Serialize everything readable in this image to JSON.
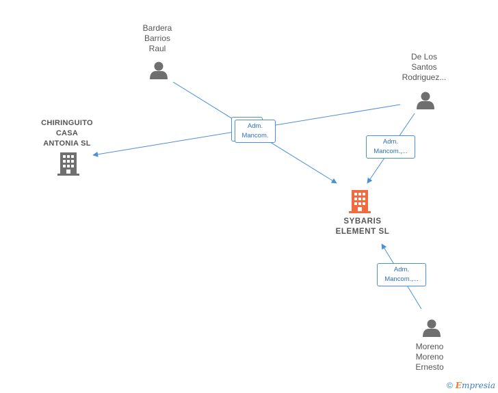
{
  "nodes": {
    "bardera": {
      "label": "Bardera\nBarrios\nRaul",
      "kind": "person"
    },
    "delossantos": {
      "label": "De Los\nSantos\nRodriguez...",
      "kind": "person"
    },
    "moreno": {
      "label": "Moreno\nMoreno\nErnesto",
      "kind": "person"
    },
    "chiringuito": {
      "label": "CHIRINGUITO\nCASA\nANTONIA SL",
      "kind": "company"
    },
    "sybaris": {
      "label": "SYBARIS\nELEMENT  SL",
      "kind": "company-main"
    }
  },
  "edges": {
    "group1": "Adm.\nMancom.",
    "delossantos_sybaris": "Adm.\nMancom.,...",
    "moreno_sybaris": "Adm.\nMancom.,..."
  },
  "colors": {
    "edge": "#4a8fd9",
    "person_icon": "#6f6f6f",
    "company_icon": "#6f6f6f",
    "main_company_icon": "#f26a3d"
  },
  "footer": {
    "copyright": "©",
    "brand_initial": "E",
    "brand_rest": "mpresia"
  }
}
